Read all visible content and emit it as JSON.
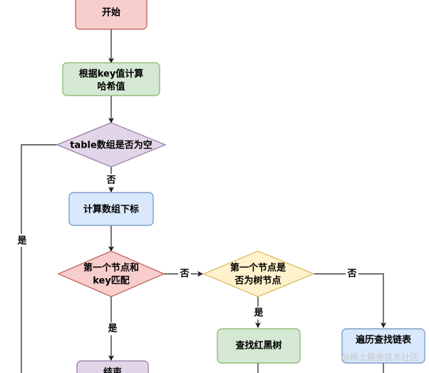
{
  "nodes": {
    "start": "开始",
    "hash_line1": "根据key值计算",
    "hash_line2": "哈希值",
    "table_empty": "table数组是否为空",
    "calc_index": "计算数组下标",
    "first_match_line1": "第一个节点和",
    "first_match_line2": "key匹配",
    "is_tree_line1": "第一个节点是",
    "is_tree_line2": "否为树节点",
    "find_rbtree": "查找红黑树",
    "traverse_list": "遍历查找链表",
    "end_partial": "结束"
  },
  "edges": {
    "no1": "否",
    "yes_left": "是",
    "no2": "否",
    "no3": "否",
    "yes2": "是",
    "yes3": "是"
  },
  "watermark": "@稀土掘金技术社区",
  "colors": {
    "start_fill": "#f8cecc",
    "start_stroke": "#b85450",
    "green_fill": "#d5e8d4",
    "green_stroke": "#82b366",
    "purple_fill": "#e1d5e7",
    "purple_stroke": "#9673a6",
    "blue_fill": "#dae8fc",
    "blue_stroke": "#6c8ebf",
    "yellow_fill": "#fff2cc",
    "yellow_stroke": "#d6b656",
    "edge": "#1a1a1a"
  }
}
